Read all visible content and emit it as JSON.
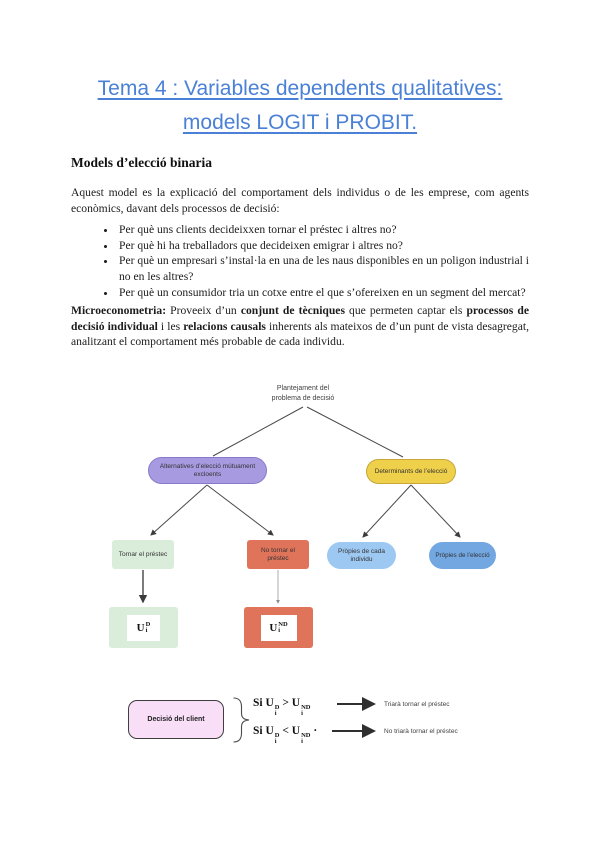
{
  "title": {
    "line1": "Tema 4 : Variables dependents qualitatives:",
    "line2": "models LOGIT i PROBIT."
  },
  "heading": "Models d’elecció binaria",
  "intro": {
    "paragraph": "Aquest model es la explicació del comportament dels individus o de les emprese, com agents econòmics, davant dels processos de decisió:",
    "bullets": [
      "Per què uns clients decideixxen tornar el préstec i altres no?",
      "Per què hi ha treballadors que decideixen emigrar i altres no?",
      "Per què un empresari s’instal·la en una de les naus disponibles en un poligon industrial i no en les altres?",
      "Per què un consumidor tria un cotxe entre el que s’ofereixen en un segment del mercat?"
    ]
  },
  "micro": {
    "bold1": "Microeconometria:",
    "text1": " Proveeix d’un ",
    "bold2": "conjunt de tècniques",
    "text2": " que permeten captar els ",
    "bold3": "processos de decisió individual",
    "text3": " i les ",
    "bold4": "relacions causals",
    "text4": " inherents als mateixos de d’un punt de vista desagregat, analitzant el comportament més probable de cada individu."
  },
  "diagram": {
    "root_line1": "Plantejament del",
    "root_line2": "problema de decisió",
    "alternatives_label": "Alternatives d’elecció mútuament excloents",
    "determinants_label": "Determinants de l’elecció",
    "tornar_label": "Tornar el préstec",
    "no_tornar_label": "No tornar el préstec",
    "propies_individu_label": "Pròpies de cada individu",
    "propies_eleccio_label": "Pròpies de l’elecció",
    "utility_d": {
      "base": "U",
      "sub": "i",
      "sup": "D"
    },
    "utility_nd": {
      "base": "U",
      "sub": "i",
      "sup": "ND"
    },
    "colors": {
      "title_blue": "#4a80d6",
      "alternatives": "#a89ae0",
      "determinants": "#efd04b",
      "tornar": "#d9edda",
      "no_tornar": "#df745b",
      "propies_individu": "#9dc8f2",
      "propies_eleccio": "#72a7e2",
      "decision_box": "#f8def7"
    }
  },
  "decision": {
    "box_label": "Decisió del client",
    "cond1": {
      "prefix": "Si U",
      "sub1": "i",
      "sup1": "D",
      "op": " > ",
      "base2": "U",
      "sub2": "i",
      "sup2": "ND",
      "suffix": ""
    },
    "result1": "Triarà tornar el préstec",
    "cond2": {
      "prefix": "Si U",
      "sub1": "i",
      "sup1": "D",
      "op": " < ",
      "base2": "U",
      "sub2": "i",
      "sup2": "ND",
      "suffix": " ·"
    },
    "result2": "No triarà tornar el préstec"
  }
}
